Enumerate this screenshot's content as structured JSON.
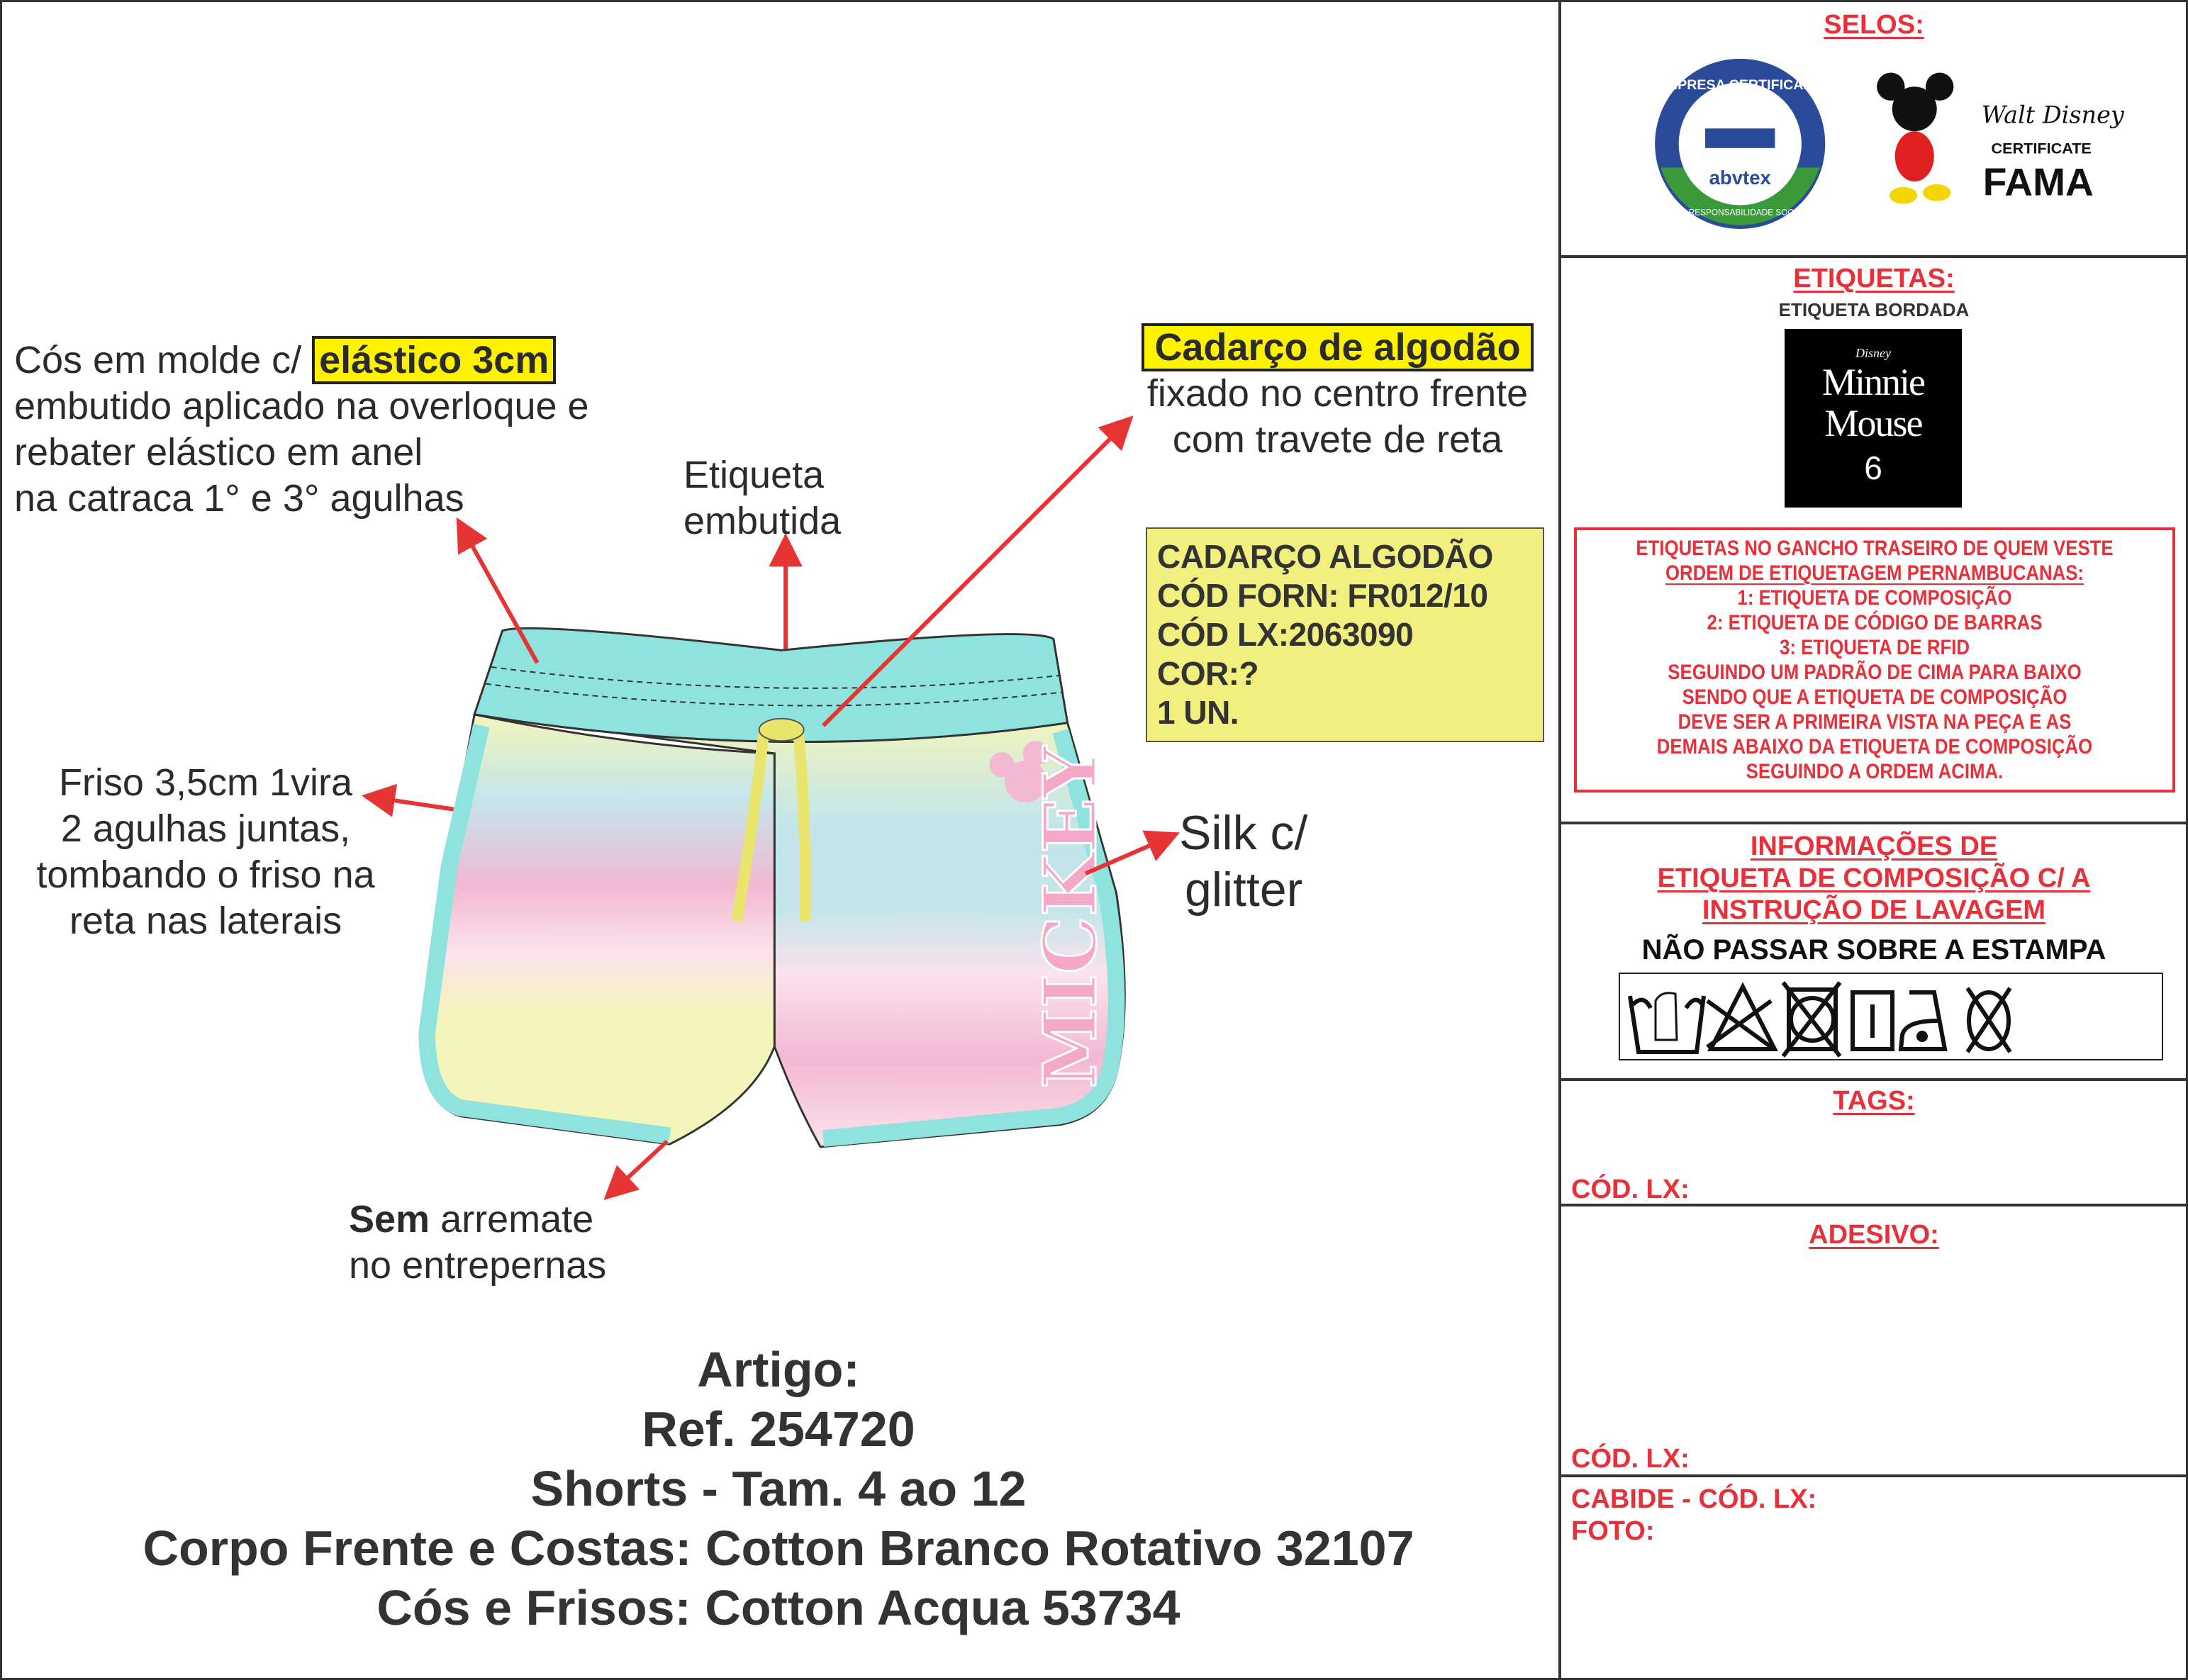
{
  "notes": {
    "cos": {
      "prefix": "Cós em molde c/ ",
      "highlight": "elástico 3cm",
      "lines": [
        "embutido aplicado na overloque e",
        "rebater elástico em anel",
        "na catraca 1° e 3° agulhas"
      ]
    },
    "cadarco": {
      "highlight": "Cadarço de algodão",
      "lines": [
        "fixado no centro frente",
        "com travete de reta"
      ]
    },
    "etiqueta": {
      "lines": [
        "Etiqueta",
        "embutida"
      ]
    },
    "friso": {
      "lines": [
        "Friso 3,5cm 1vira",
        "2 agulhas juntas,",
        "tombando o friso na",
        "reta nas laterais"
      ]
    },
    "silk": {
      "lines": [
        "Silk c/",
        "glitter"
      ]
    },
    "arremate": {
      "bold": "Sem",
      "rest": " arremate",
      "line2": "no entrepernas"
    }
  },
  "trim_box": {
    "lines": [
      "CADARÇO ALGODÃO",
      "CÓD FORN: FR012/10",
      "CÓD LX:2063090",
      "COR:?",
      "1 UN."
    ]
  },
  "garment_print": "MICKEY",
  "article": {
    "lines": [
      "Artigo:",
      "Ref. 254720",
      "Shorts - Tam. 4 ao 12",
      "Corpo Frente e Costas: Cotton Branco Rotativo 32107",
      "Cós e Frisos: Cotton Acqua 53734"
    ]
  },
  "panel": {
    "selos": {
      "title": "SELOS:",
      "abvtex_logo": {
        "ring_top": "EMPRESA CERTIFICADA",
        "ring_bottom": "EM RESPONSABILIDADE SOCIAL",
        "brand": "abvtex"
      },
      "disney_logo": {
        "brand": "Walt Disney",
        "cert": "CERTIFICATE",
        "fama": "FAMA"
      }
    },
    "etiquetas": {
      "title": "ETIQUETAS:",
      "subtitle": "ETIQUETA BORDADA",
      "label_logo": {
        "brand": "Disney",
        "name1": "Minnie",
        "name2": "Mouse"
      },
      "label_size": "6",
      "instructions": [
        "ETIQUETAS NO GANCHO TRASEIRO DE QUEM VESTE",
        "ORDEM DE ETIQUETAGEM PERNAMBUCANAS:",
        "1: ETIQUETA DE COMPOSIÇÃO",
        "2: ETIQUETA DE CÓDIGO DE BARRAS",
        "3: ETIQUETA DE RFID",
        "SEGUINDO UM PADRÃO DE CIMA PARA BAIXO",
        "SENDO QUE A ETIQUETA DE COMPOSIÇÃO",
        "DEVE SER A PRIMEIRA VISTA NA PEÇA E AS",
        "DEMAIS ABAIXO DA ETIQUETA DE COMPOSIÇÃO",
        "SEGUINDO A ORDEM ACIMA."
      ]
    },
    "composicao": {
      "title_lines": [
        "INFORMAÇÕES DE",
        "ETIQUETA DE COMPOSIÇÃO C/ A",
        "INSTRUÇÃO DE LAVAGEM"
      ],
      "warning": "NÃO PASSAR SOBRE A ESTAMPA",
      "care_icons": [
        "hand-wash-icon",
        "no-bleach-icon",
        "no-tumble-dry-icon",
        "line-dry-icon",
        "iron-low-icon",
        "no-dry-clean-icon"
      ]
    },
    "tags": {
      "title": "TAGS:",
      "code_label": "CÓD. LX:"
    },
    "adesivo": {
      "title": "ADESIVO:",
      "code_label": "CÓD. LX:"
    },
    "cabide": {
      "code_label": "CABIDE - CÓD. LX:",
      "photo_label": "FOTO:"
    }
  },
  "colors": {
    "red": "#e8303a",
    "acqua": "#8ee3df",
    "highlight": "#fff200",
    "trim_box": "#f1f07f"
  }
}
